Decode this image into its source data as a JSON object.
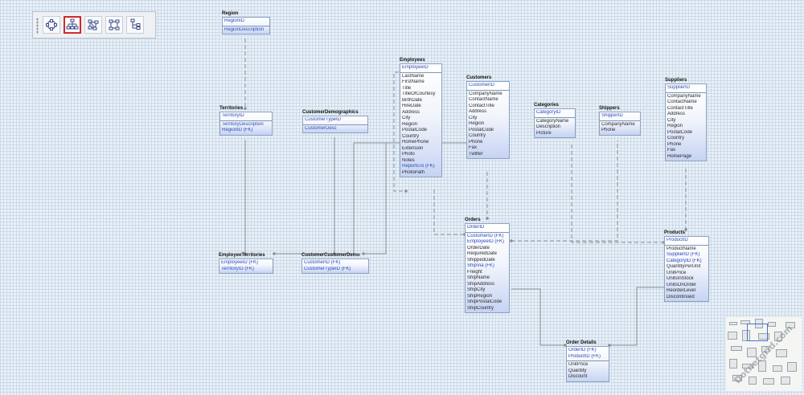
{
  "toolbar": {
    "buttons": [
      {
        "icon": "circular-layout-icon",
        "active": false
      },
      {
        "icon": "hierarchical-layout-icon",
        "active": true
      },
      {
        "icon": "organic-layout-icon",
        "active": false
      },
      {
        "icon": "orthogonal-layout-icon",
        "active": false
      },
      {
        "icon": "tree-layout-icon",
        "active": false
      }
    ]
  },
  "entities": [
    {
      "id": "region",
      "title": "Region",
      "pk": [
        "RegionID"
      ],
      "fields": [
        {
          "t": "RegionDescription",
          "k": true
        }
      ]
    },
    {
      "id": "territories",
      "title": "Territories",
      "pk": [
        "TerritoryID"
      ],
      "fields": [
        {
          "t": "TerritoryDescription",
          "k": true
        },
        {
          "t": "RegionID (FK)",
          "k": true
        }
      ]
    },
    {
      "id": "customerdemographics",
      "title": "CustomerDemographics",
      "pk": [
        "CustomerTypeID"
      ],
      "fields": [
        {
          "t": "CustomerDesc",
          "k": true
        }
      ]
    },
    {
      "id": "employees",
      "title": "Employees",
      "pk": [
        "EmployeeID"
      ],
      "fields": [
        {
          "t": "LastName",
          "k": false
        },
        {
          "t": "FirstName",
          "k": false
        },
        {
          "t": "Title",
          "k": false
        },
        {
          "t": "TitleOfCourtesy",
          "k": false
        },
        {
          "t": "BirthDate",
          "k": false
        },
        {
          "t": "HireDate",
          "k": false
        },
        {
          "t": "Address",
          "k": false
        },
        {
          "t": "City",
          "k": false
        },
        {
          "t": "Region",
          "k": false
        },
        {
          "t": "PostalCode",
          "k": false
        },
        {
          "t": "Country",
          "k": false
        },
        {
          "t": "HomePhone",
          "k": false
        },
        {
          "t": "Extension",
          "k": false
        },
        {
          "t": "Photo",
          "k": false
        },
        {
          "t": "Notes",
          "k": false
        },
        {
          "t": "ReportsTo (FK)",
          "k": true
        },
        {
          "t": "PhotoPath",
          "k": false
        }
      ]
    },
    {
      "id": "customers",
      "title": "Customers",
      "pk": [
        "CustomerID"
      ],
      "fields": [
        {
          "t": "CompanyName",
          "k": false
        },
        {
          "t": "ContactName",
          "k": false
        },
        {
          "t": "ContactTitle",
          "k": false
        },
        {
          "t": "Address",
          "k": false
        },
        {
          "t": "City",
          "k": false
        },
        {
          "t": "Region",
          "k": false
        },
        {
          "t": "PostalCode",
          "k": false
        },
        {
          "t": "Country",
          "k": false
        },
        {
          "t": "Phone",
          "k": false
        },
        {
          "t": "Fax",
          "k": false
        },
        {
          "t": "Twitter",
          "k": false
        }
      ]
    },
    {
      "id": "categories",
      "title": "Categories",
      "pk": [
        "CategoryID"
      ],
      "fields": [
        {
          "t": "CategoryName",
          "k": false
        },
        {
          "t": "Description",
          "k": false
        },
        {
          "t": "Picture",
          "k": false
        }
      ]
    },
    {
      "id": "shippers",
      "title": "Shippers",
      "pk": [
        "ShipperID"
      ],
      "fields": [
        {
          "t": "CompanyName",
          "k": false
        },
        {
          "t": "Phone",
          "k": false
        }
      ]
    },
    {
      "id": "suppliers",
      "title": "Suppliers",
      "pk": [
        "SupplierID"
      ],
      "fields": [
        {
          "t": "CompanyName",
          "k": false
        },
        {
          "t": "ContactName",
          "k": false
        },
        {
          "t": "ContactTitle",
          "k": false
        },
        {
          "t": "Address",
          "k": false
        },
        {
          "t": "City",
          "k": false
        },
        {
          "t": "Region",
          "k": false
        },
        {
          "t": "PostalCode",
          "k": false
        },
        {
          "t": "Country",
          "k": false
        },
        {
          "t": "Phone",
          "k": false
        },
        {
          "t": "Fax",
          "k": false
        },
        {
          "t": "HomePage",
          "k": false
        }
      ]
    },
    {
      "id": "orders",
      "title": "Orders",
      "pk": [
        "OrderID"
      ],
      "fields": [
        {
          "t": "CustomerID (FK)",
          "k": true
        },
        {
          "t": "EmployeeID (FK)",
          "k": true
        },
        {
          "t": "OrderDate",
          "k": false
        },
        {
          "t": "RequiredDate",
          "k": false
        },
        {
          "t": "ShippedDate",
          "k": false
        },
        {
          "t": "ShipVia (FK)",
          "k": true
        },
        {
          "t": "Freight",
          "k": false
        },
        {
          "t": "ShipName",
          "k": false
        },
        {
          "t": "ShipAddress",
          "k": false
        },
        {
          "t": "ShipCity",
          "k": false
        },
        {
          "t": "ShipRegion",
          "k": false
        },
        {
          "t": "ShipPostalCode",
          "k": false
        },
        {
          "t": "ShipCountry",
          "k": false
        }
      ]
    },
    {
      "id": "products",
      "title": "Products",
      "pk": [
        "ProductID"
      ],
      "fields": [
        {
          "t": "ProductName",
          "k": false
        },
        {
          "t": "SupplierID (FK)",
          "k": true
        },
        {
          "t": "CategoryID (FK)",
          "k": true
        },
        {
          "t": "QuantityPerUnit",
          "k": false
        },
        {
          "t": "UnitPrice",
          "k": false
        },
        {
          "t": "UnitsInStock",
          "k": false
        },
        {
          "t": "UnitsOnOrder",
          "k": false
        },
        {
          "t": "ReorderLevel",
          "k": false
        },
        {
          "t": "Discontinued",
          "k": false
        }
      ]
    },
    {
      "id": "employeeterritories",
      "title": "EmployeeTerritories",
      "pk": [],
      "fields": [
        {
          "t": "EmployeeID (FK)",
          "k": true
        },
        {
          "t": "TerritoryID (FK)",
          "k": true
        }
      ]
    },
    {
      "id": "customercustomerdemo",
      "title": "CustomerCustomerDemo",
      "pk": [],
      "fields": [
        {
          "t": "CustomerID (FK)",
          "k": true
        },
        {
          "t": "CustomerTypeID (FK)",
          "k": true
        }
      ]
    },
    {
      "id": "orderdetails",
      "title": "Order Details",
      "pk": [
        "OrderID (FK)",
        "ProductID (FK)"
      ],
      "fields": [
        {
          "t": "UnitPrice",
          "k": false
        },
        {
          "t": "Quantity",
          "k": false
        },
        {
          "t": "Discount",
          "k": false
        }
      ]
    }
  ],
  "relationships": [
    {
      "from": "region",
      "to": "territories",
      "identifying": false
    },
    {
      "from": "territories",
      "to": "employeeterritories",
      "identifying": true
    },
    {
      "from": "employees",
      "to": "employeeterritories",
      "identifying": true
    },
    {
      "from": "customerdemographics",
      "to": "customercustomerdemo",
      "identifying": true
    },
    {
      "from": "customers",
      "to": "customercustomerdemo",
      "identifying": true
    },
    {
      "from": "employees",
      "to": "employees",
      "identifying": false
    },
    {
      "from": "employees",
      "to": "orders",
      "identifying": false
    },
    {
      "from": "customers",
      "to": "orders",
      "identifying": false
    },
    {
      "from": "shippers",
      "to": "orders",
      "identifying": false
    },
    {
      "from": "categories",
      "to": "products",
      "identifying": false
    },
    {
      "from": "suppliers",
      "to": "products",
      "identifying": false
    },
    {
      "from": "orders",
      "to": "orderdetails",
      "identifying": true
    },
    {
      "from": "products",
      "to": "orderdetails",
      "identifying": true
    }
  ],
  "minimap": {
    "watermark": "Dotnetgrid.com"
  },
  "colors": {
    "key_field": "#2a48b8",
    "entity_border": "#8aa2c0",
    "link": "#8a8f95",
    "active_tool": "#d0282a"
  }
}
